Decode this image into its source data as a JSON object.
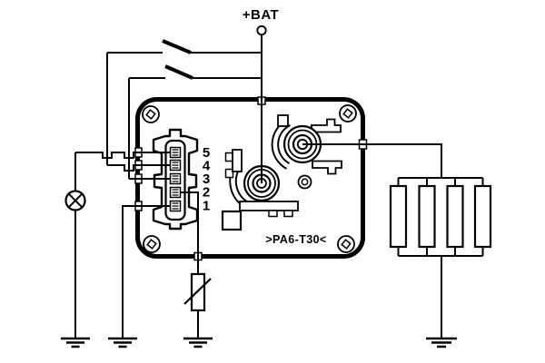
{
  "labels": {
    "battery": "+BAT",
    "relay_marking": ">PA6-T30<"
  },
  "connector": {
    "pins": [
      "5",
      "4",
      "3",
      "2",
      "1"
    ]
  },
  "symbols": [
    "battery-terminal",
    "switch",
    "indicator-lamp",
    "relay-box",
    "five-pin-connector",
    "round-terminal",
    "glow-plugs",
    "thermistor",
    "ground"
  ],
  "colors": {
    "line": "#000000",
    "background": "#ffffff"
  }
}
